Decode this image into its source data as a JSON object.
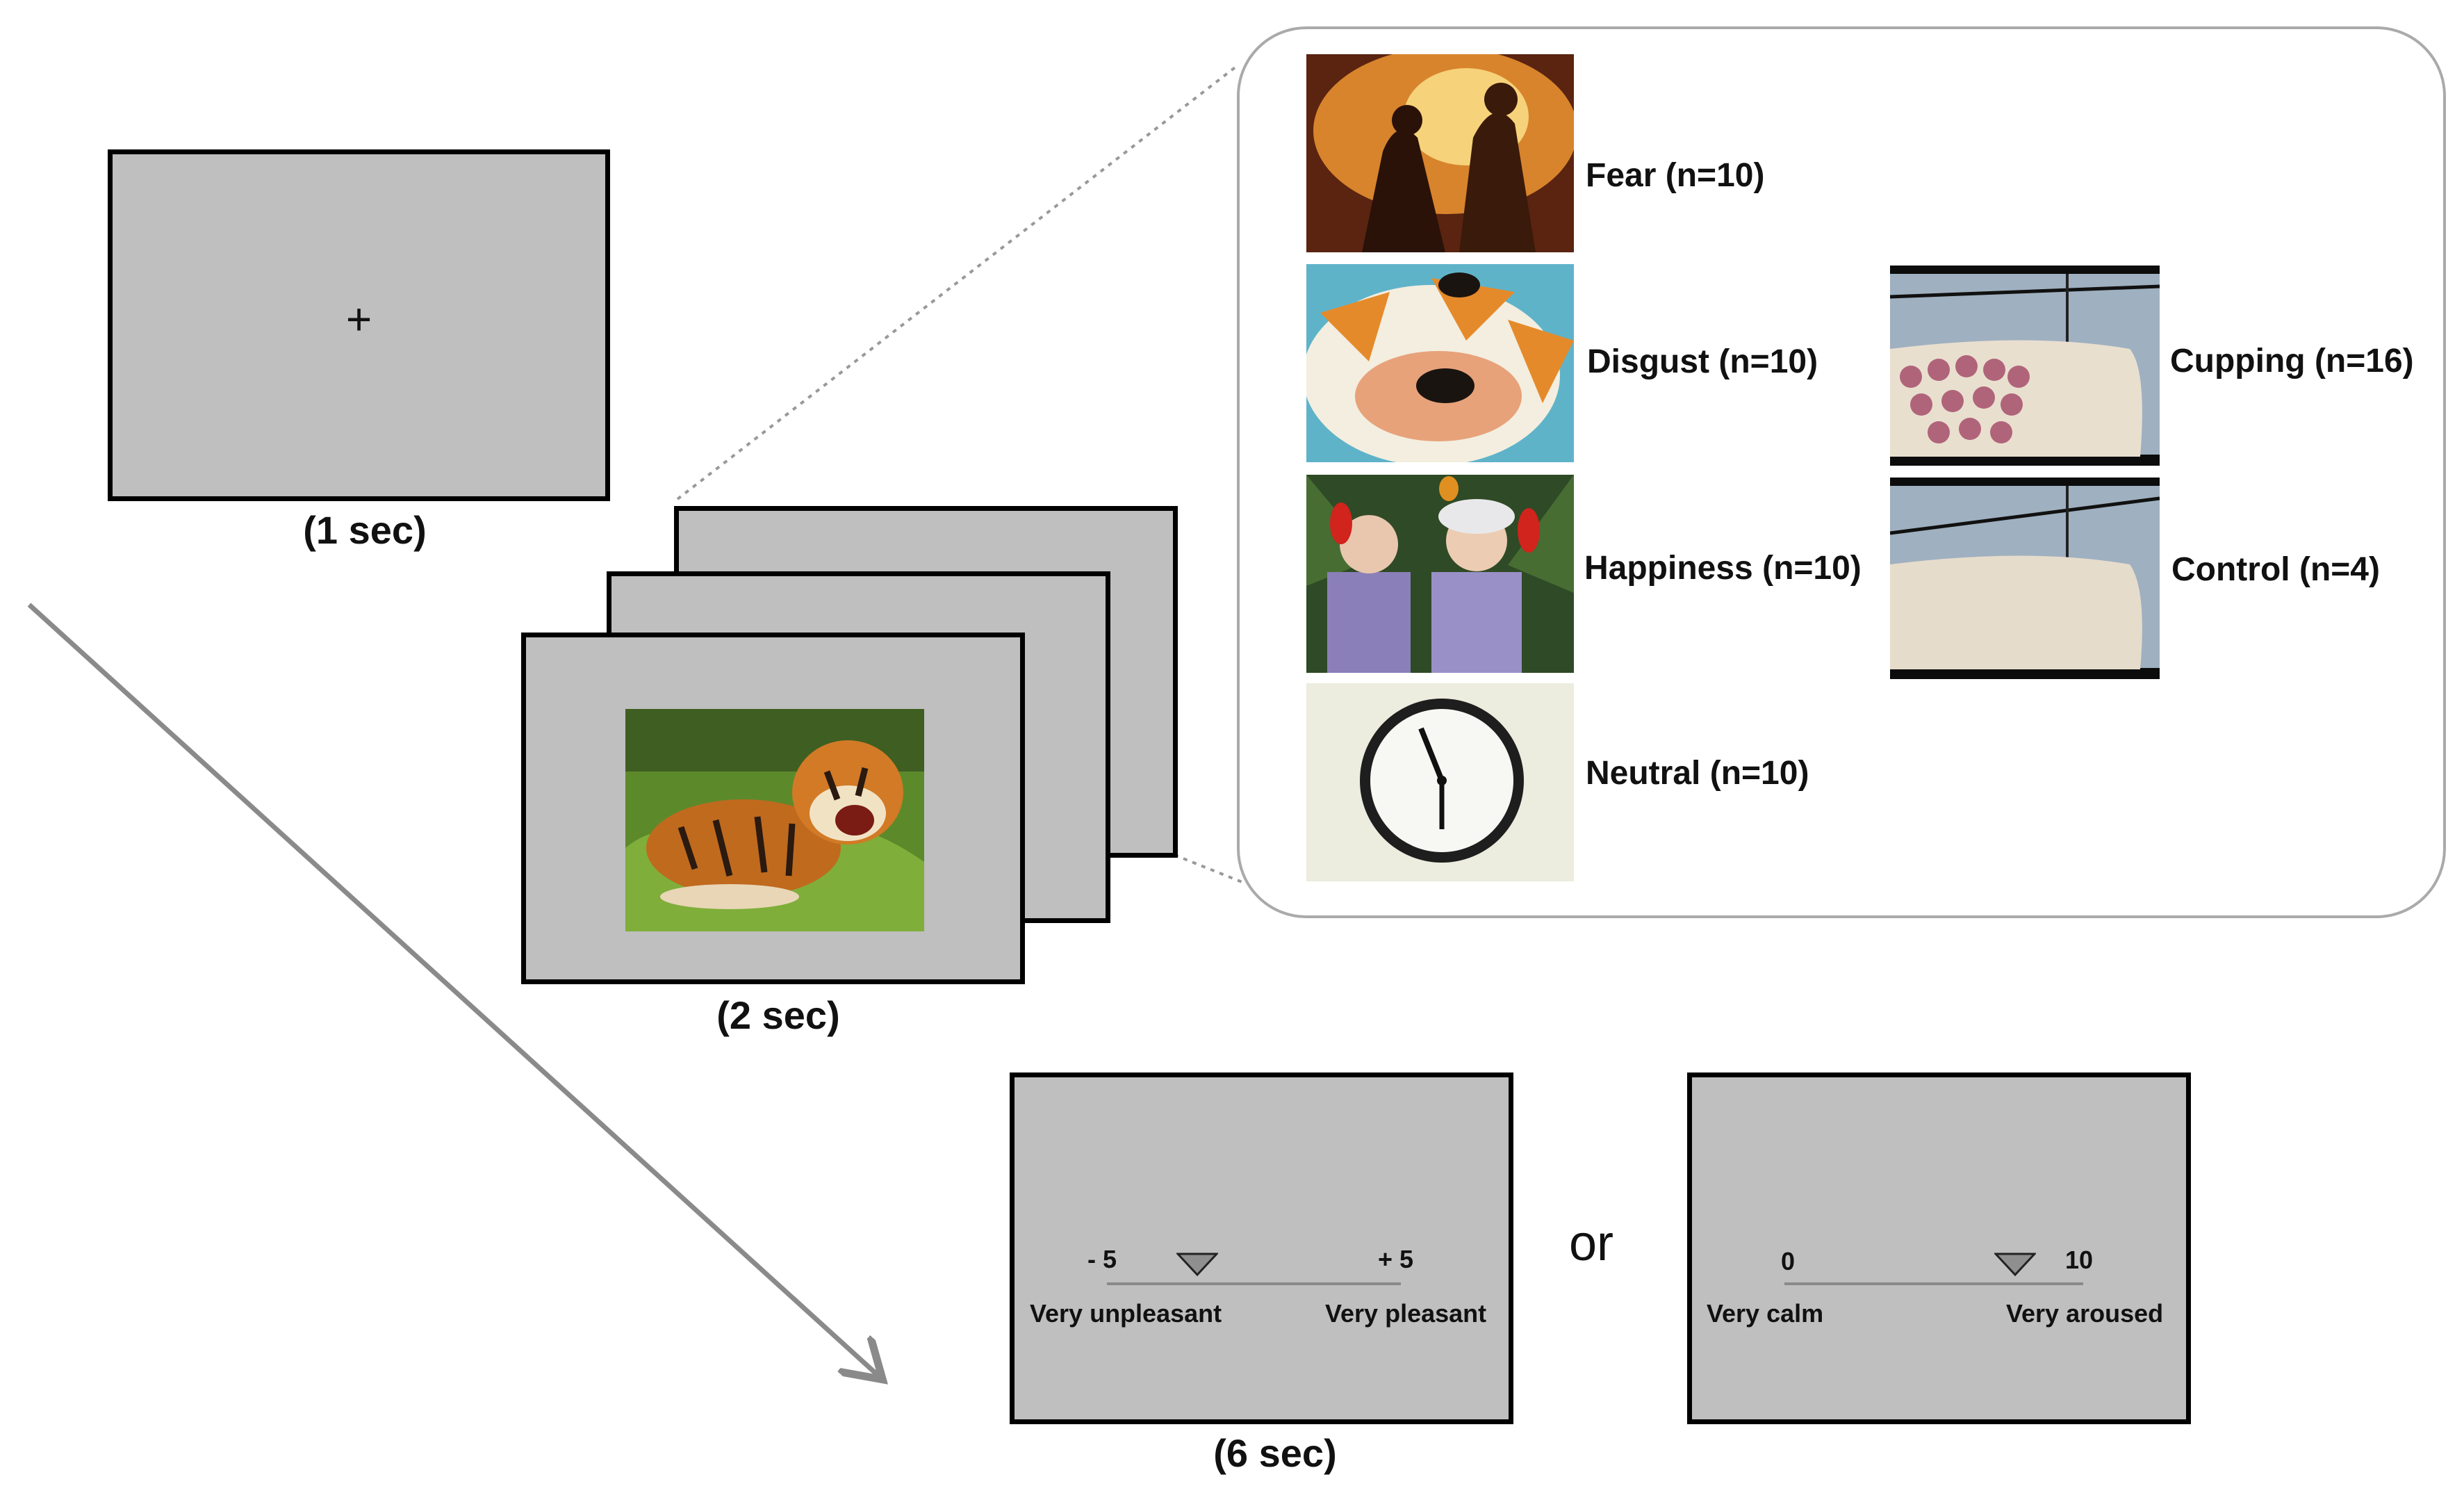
{
  "fixation": {
    "symbol": "+",
    "caption": "(1 sec)"
  },
  "stimulus": {
    "caption": "(2 sec)",
    "image": "tiger-image"
  },
  "categories": [
    {
      "label": "Fear (n=10)",
      "image": "fear-image"
    },
    {
      "label": "Disgust (n=10)",
      "image": "disgust-image"
    },
    {
      "label": "Happiness (n=10)",
      "image": "happiness-image"
    },
    {
      "label": "Neutral (n=10)",
      "image": "clock-image"
    },
    {
      "label": "Cupping (n=16)",
      "image": "cupping-back-image"
    },
    {
      "label": "Control (n=4)",
      "image": "control-back-image"
    }
  ],
  "rating": {
    "caption": "(6 sec)",
    "or_label": "or",
    "valence": {
      "min": "- 5",
      "max": "+ 5",
      "left_label": "Very unpleasant",
      "right_label": "Very pleasant"
    },
    "arousal": {
      "min": "0",
      "max": "10",
      "left_label": "Very calm",
      "right_label": "Very aroused"
    }
  },
  "colors": {
    "screen": "#bfbfbf",
    "border": "#000000",
    "arrow": "#8a8a8a",
    "panel_border": "#aaaaaa"
  }
}
